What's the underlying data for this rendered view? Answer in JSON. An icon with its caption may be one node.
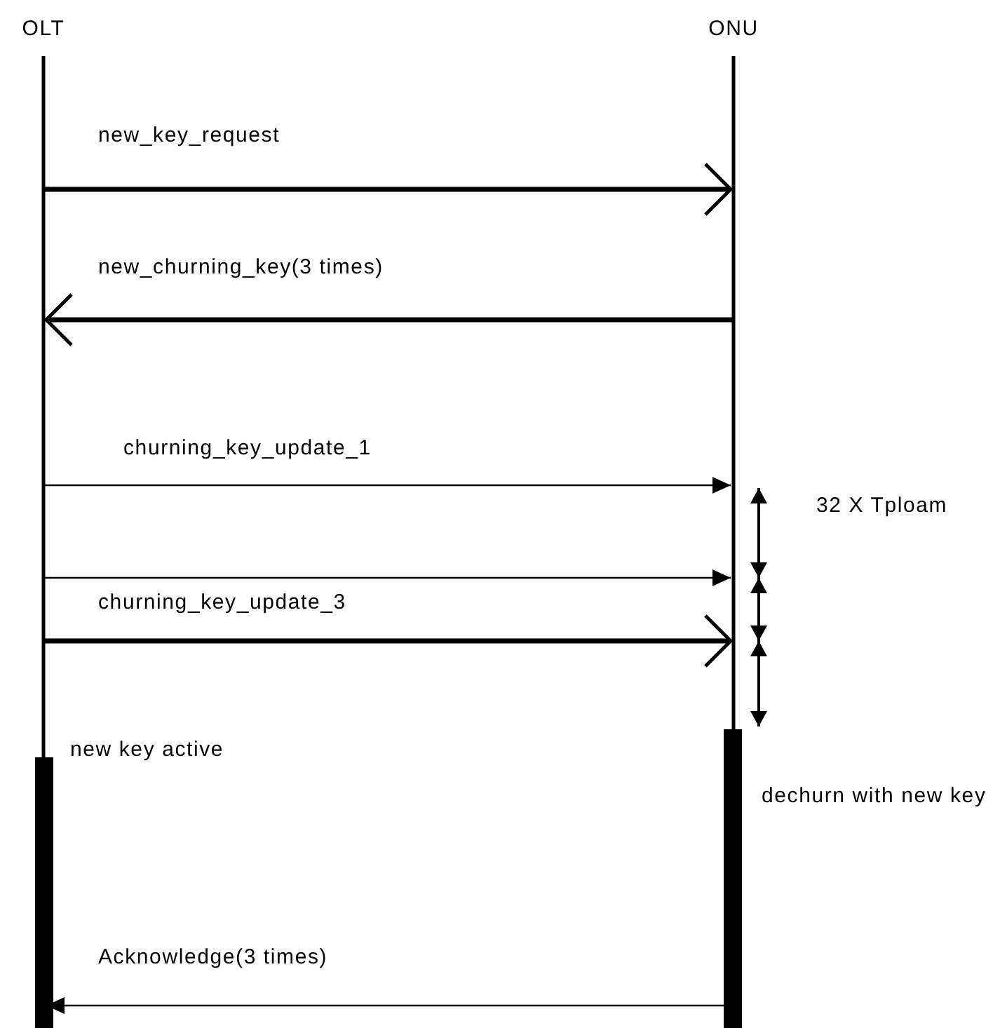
{
  "diagram": {
    "nodes": [
      {
        "text": [
          "OLT"
        ]
      },
      {
        "text": [
          "ONU"
        ]
      }
    ],
    "edges": [
      {
        "from": 0,
        "to": 1,
        "arrow": "to",
        "label": "new_key_request",
        "style": "thick"
      },
      {
        "from": 1,
        "to": 0,
        "arrow": "to",
        "label": "new_churning_key(3 times)",
        "style": "thick"
      },
      {
        "from": 0,
        "to": 1,
        "arrow": "to",
        "label": "churning_key_update_1"
      },
      {
        "from": 0,
        "to": 1,
        "arrow": "to"
      },
      {
        "from": 0,
        "to": 1,
        "arrow": "to",
        "label": "churning_key_update_3",
        "style": "thick"
      },
      {
        "from": 1,
        "to": 0,
        "arrow": "to",
        "label": "Acknowledge(3 times)"
      }
    ],
    "labels": [
      "32 X Tploam",
      "new key active",
      "dechurn with new key"
    ]
  }
}
